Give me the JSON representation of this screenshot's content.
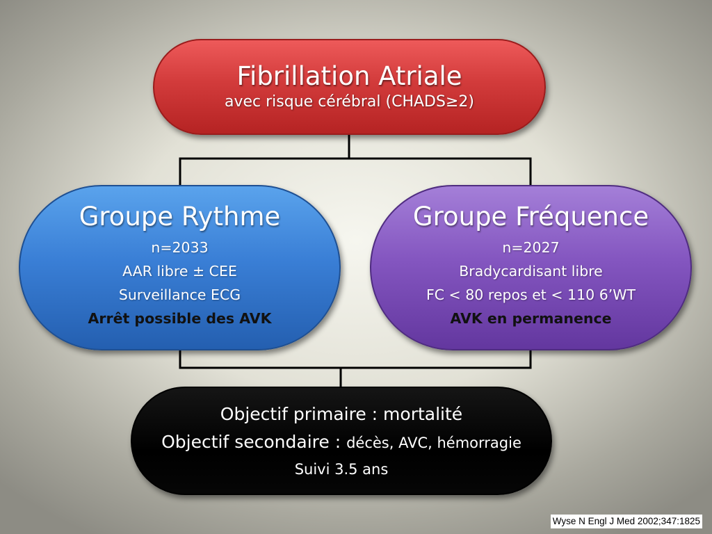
{
  "top_box": {
    "title": "Fibrillation Atriale",
    "subtitle": "avec risque cérébral (CHADS≥2)"
  },
  "rhythm_group": {
    "title": "Groupe Rythme",
    "n": "n=2033",
    "line1": "AAR libre ± CEE",
    "line2": "Surveillance ECG",
    "emphasis": "Arrêt possible des AVK"
  },
  "rate_group": {
    "title": "Groupe Fréquence",
    "n": "n=2027",
    "line1": "Bradycardisant libre",
    "line2": "FC < 80 repos et < 110 6’WT",
    "emphasis": "AVK en permanence"
  },
  "outcome_box": {
    "primary": "Objectif primaire : mortalité",
    "secondary_label": "Objectif secondaire : ",
    "secondary_value": "décès, AVC, hémorragie",
    "follow_up": "Suivi 3.5 ans"
  },
  "citation": "Wyse N Engl J Med 2002;347:1825",
  "colors": {
    "top": "#d23b3b",
    "rhythm": "#3a7fd6",
    "rate": "#8456c0",
    "outcome": "#000000",
    "connector": "#000000"
  }
}
